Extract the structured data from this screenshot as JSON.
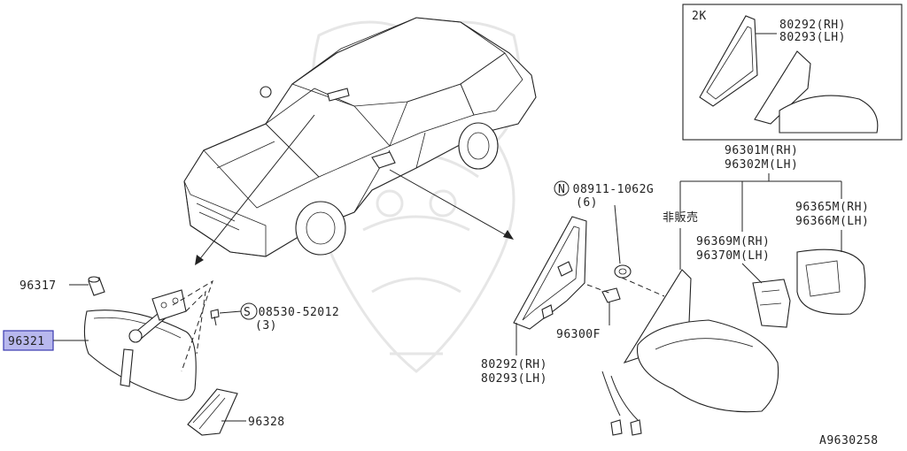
{
  "diagram": {
    "drawing_code": "A9630258",
    "inset": {
      "tag": "2K",
      "part_rh": "80292(RH)",
      "part_lh": "80293(LH)"
    },
    "labels": {
      "p96317": "96317",
      "p96321": "96321",
      "bolt": "S 08530-52012",
      "bolt_qty": "(3)",
      "p96328": "96328",
      "nut": "N 08911-1062G",
      "nut_qty": "(6)",
      "not_sold": "非販売",
      "p80292": "80292(RH)",
      "p80293": "80293(LH)",
      "p96300f": "96300F",
      "p96301m": "96301M(RH)",
      "p96302m": "96302M(LH)",
      "p96369m": "96369M(RH)",
      "p96370m": "96370M(LH)",
      "p96365m": "96365M(RH)",
      "p96366m": "96366M(LH)"
    }
  }
}
